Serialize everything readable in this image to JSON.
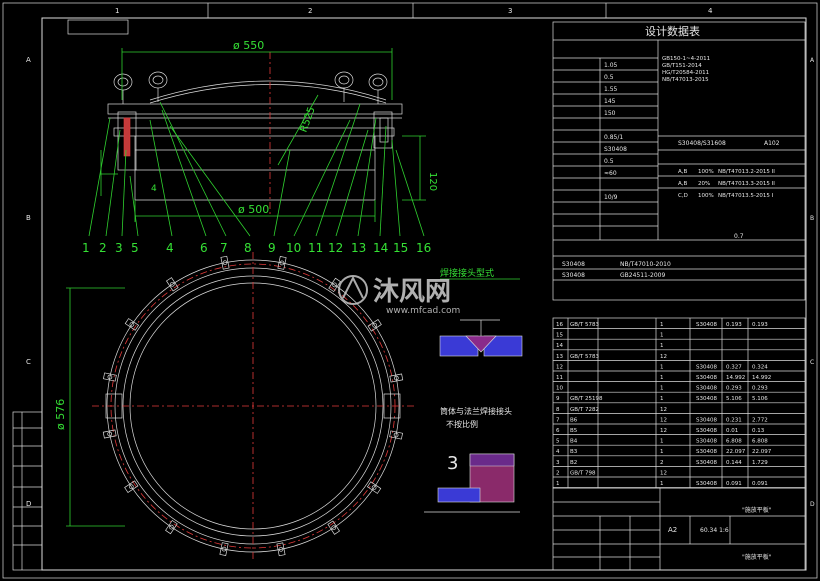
{
  "border": {
    "col_labels": [
      "1",
      "2",
      "3",
      "4"
    ],
    "row_labels": [
      "A",
      "B",
      "C",
      "D"
    ]
  },
  "header_box": "",
  "drawing": {
    "top_dim": "ø 550",
    "bottom_dim": "ø 500",
    "radius_dim": "R525",
    "height_dim": "120",
    "left_small": "4",
    "plan_dim": "ø 576",
    "parts": [
      "1",
      "2",
      "3",
      "5",
      "4",
      "6",
      "7",
      "8",
      "9",
      "10",
      "11",
      "12",
      "13",
      "14",
      "15",
      "16"
    ]
  },
  "design_table": {
    "title": "设计数据表",
    "rows": [
      [
        "",
        "1.05"
      ],
      [
        "",
        "0.5"
      ],
      [
        "",
        "1.55"
      ],
      [
        "",
        "145"
      ],
      [
        "",
        "150"
      ],
      [
        "",
        ""
      ],
      [
        "",
        "0.85/1"
      ],
      [
        "",
        "S30408"
      ],
      [
        "",
        "0.5"
      ],
      [
        "",
        "≈60"
      ],
      [
        "",
        ""
      ],
      [
        "",
        "10/9"
      ],
      [
        "",
        ""
      ],
      [
        "",
        ""
      ],
      [
        "",
        ""
      ]
    ],
    "std_lines": [
      "GB150-1~4-2011",
      "GB/T151-2014",
      "HG/T20584-2011",
      "NB/T47013-2015"
    ],
    "cols_b": [
      "S30408/S31608",
      "A102"
    ],
    "nde": [
      [
        "A,B",
        "100%",
        "NB/T47013.2-2015 II"
      ],
      [
        "A,B",
        "20%",
        "NB/T47013.3-2015 II"
      ],
      [
        "C,D",
        "100%",
        "NB/T47013.5-2015 I"
      ]
    ],
    "pressure_test": "0.7"
  },
  "weld_section": {
    "title": "焊接接头型式",
    "rows": [
      [
        "S30408",
        "NB/T47010-2010"
      ],
      [
        "S30408",
        "GB24511-2009"
      ]
    ]
  },
  "detail_title": "筒体与法兰焊接接头",
  "detail_sub": "不按比例",
  "detail_num": "3",
  "bom": [
    [
      "16",
      "GB/T 5783",
      "",
      "1",
      "S30408",
      "0.193",
      "0.193"
    ],
    [
      "15",
      "",
      "",
      "1",
      "",
      "",
      ""
    ],
    [
      "14",
      "",
      "",
      "1",
      "",
      "",
      ""
    ],
    [
      "13",
      "GB/T 5783",
      "",
      "12",
      "",
      "",
      ""
    ],
    [
      "12",
      "",
      "",
      "1",
      "S30408",
      "0.327",
      "0.324"
    ],
    [
      "11",
      "",
      "",
      "1",
      "S30408",
      "14.992",
      "14.992"
    ],
    [
      "10",
      "",
      "",
      "1",
      "S30408",
      "0.293",
      "0.293"
    ],
    [
      "9",
      "GB/T 25198",
      "",
      "1",
      "S30408",
      "5.106",
      "5.106"
    ],
    [
      "8",
      "GB/T 7282",
      "",
      "12",
      "",
      "",
      ""
    ],
    [
      "7",
      "B6",
      "",
      "12",
      "S30408",
      "0.231",
      "2.772"
    ],
    [
      "6",
      "B5",
      "",
      "12",
      "S30408",
      "0.01",
      "0.13"
    ],
    [
      "5",
      "B4",
      "",
      "1",
      "S30408",
      "6.808",
      "6.808"
    ],
    [
      "4",
      "B3",
      "",
      "1",
      "S30408",
      "22.097",
      "22.097"
    ],
    [
      "3",
      "B2",
      "",
      "2",
      "S30408",
      "0.144",
      "1.729"
    ],
    [
      "2",
      "GB/T 798",
      "",
      "12",
      "",
      "",
      ""
    ],
    [
      "1",
      "",
      "",
      "1",
      "S30408",
      "0.091",
      "0.091"
    ]
  ],
  "title_block": {
    "scale": "A2",
    "weight": "60.34 1:6",
    "mark1": "\"施放平板\"",
    "mark2": "\"施放平板\""
  },
  "watermark": {
    "brand": "沐风网",
    "url": "www.mfcad.com"
  },
  "colors": {
    "background": "#000000",
    "line_white": "#dcdcdc",
    "line_green": "#2fd12f",
    "line_red": "#e23a3a",
    "weld_blue": "#3a3ad6"
  }
}
